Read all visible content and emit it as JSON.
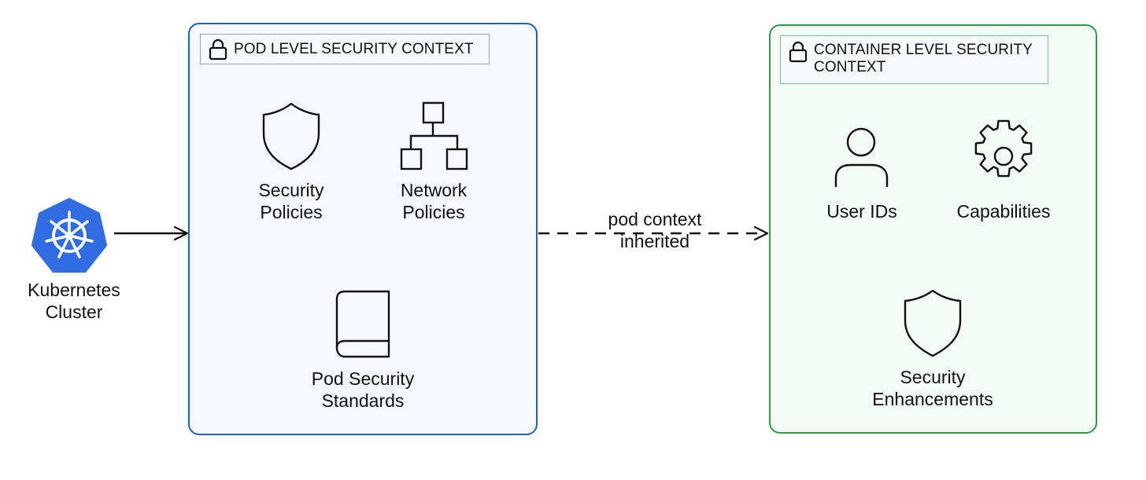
{
  "colors": {
    "pod_border": "#1f5fbf",
    "container_border": "#2e9a48",
    "kubernetes_blue": "#326ce5",
    "stroke": "#111111"
  },
  "source_node": {
    "label": "Kubernetes\nCluster",
    "icon": "kubernetes-helm-icon"
  },
  "pod_level": {
    "title": "POD LEVEL SECURITY CONTEXT",
    "title_icon": "lock-icon",
    "items": [
      {
        "label": "Security\nPolicies",
        "icon": "shield-icon"
      },
      {
        "label": "Network\nPolicies",
        "icon": "network-hierarchy-icon"
      },
      {
        "label": "Pod Security\nStandards",
        "icon": "book-icon"
      }
    ]
  },
  "container_level": {
    "title": "CONTAINER LEVEL SECURITY\nCONTEXT",
    "title_icon": "lock-icon",
    "items": [
      {
        "label": "User IDs",
        "icon": "user-icon"
      },
      {
        "label": "Capabilities",
        "icon": "gear-icon"
      },
      {
        "label": "Security\nEnhancements",
        "icon": "shield-icon"
      }
    ]
  },
  "edges": [
    {
      "from": "Kubernetes Cluster",
      "to": "POD LEVEL SECURITY CONTEXT",
      "style": "solid",
      "label": ""
    },
    {
      "from": "POD LEVEL SECURITY CONTEXT",
      "to": "CONTAINER LEVEL SECURITY CONTEXT",
      "style": "dashed",
      "label": "pod context\ninherited"
    }
  ]
}
